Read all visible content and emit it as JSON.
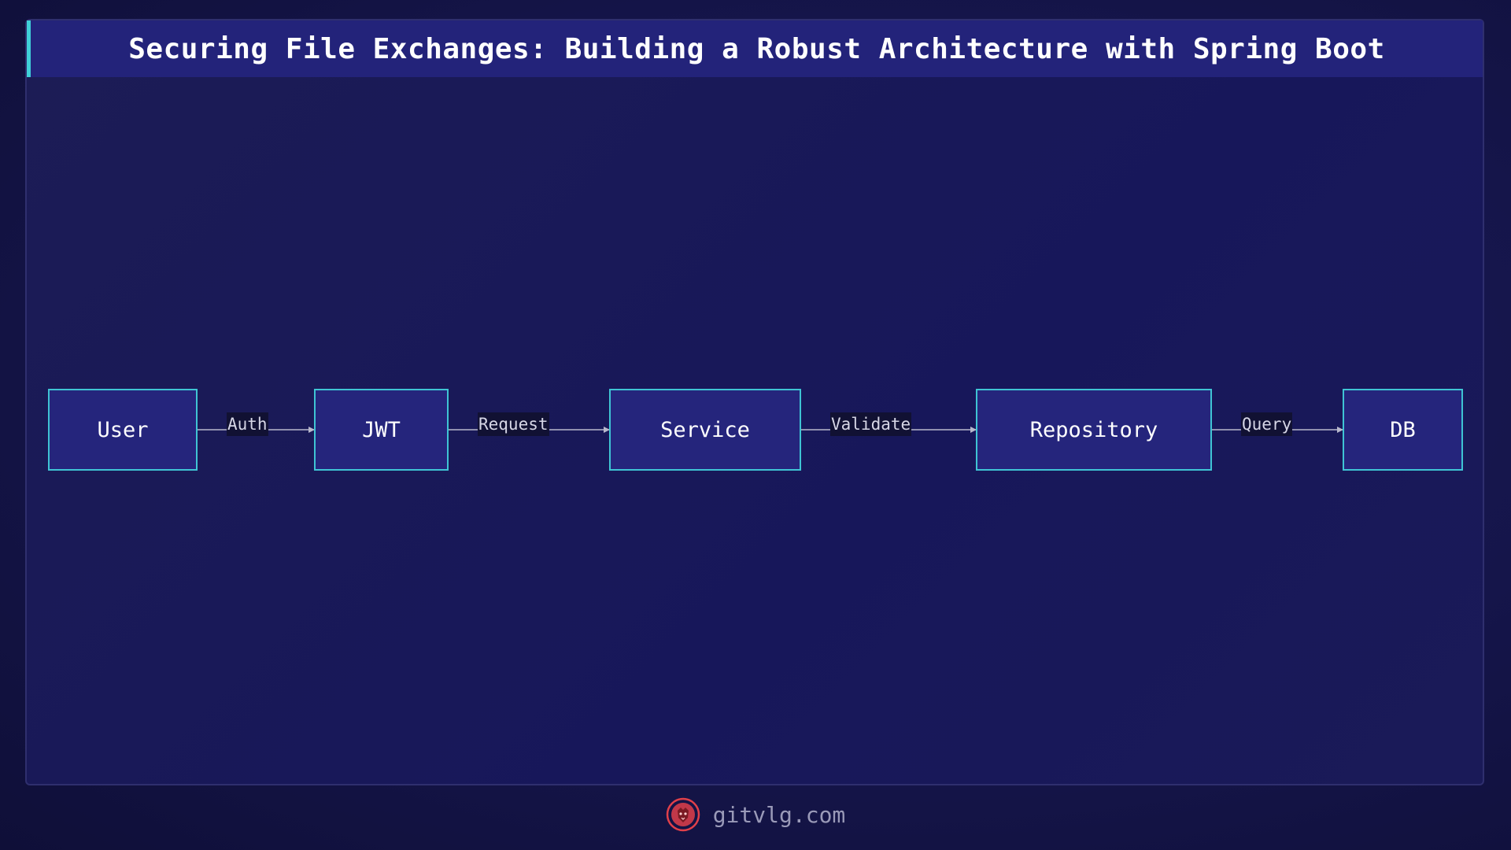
{
  "title": "Securing File Exchanges: Building a Robust Architecture with Spring Boot",
  "colors": {
    "accent": "#3fd0d8",
    "node_fill": "#25257c",
    "node_border": "#3fc4d4",
    "edge": "#b8b8cc",
    "logo": "#e0404a"
  },
  "nodes": [
    {
      "id": "user",
      "label": "User"
    },
    {
      "id": "jwt",
      "label": "JWT"
    },
    {
      "id": "service",
      "label": "Service"
    },
    {
      "id": "repository",
      "label": "Repository"
    },
    {
      "id": "db",
      "label": "DB"
    }
  ],
  "edges": [
    {
      "from": "user",
      "to": "jwt",
      "label": "Auth"
    },
    {
      "from": "jwt",
      "to": "service",
      "label": "Request"
    },
    {
      "from": "service",
      "to": "repository",
      "label": "Validate"
    },
    {
      "from": "repository",
      "to": "db",
      "label": "Query"
    }
  ],
  "footer": {
    "logo_icon": "lion-head-icon",
    "text": "gitvlg.com"
  }
}
